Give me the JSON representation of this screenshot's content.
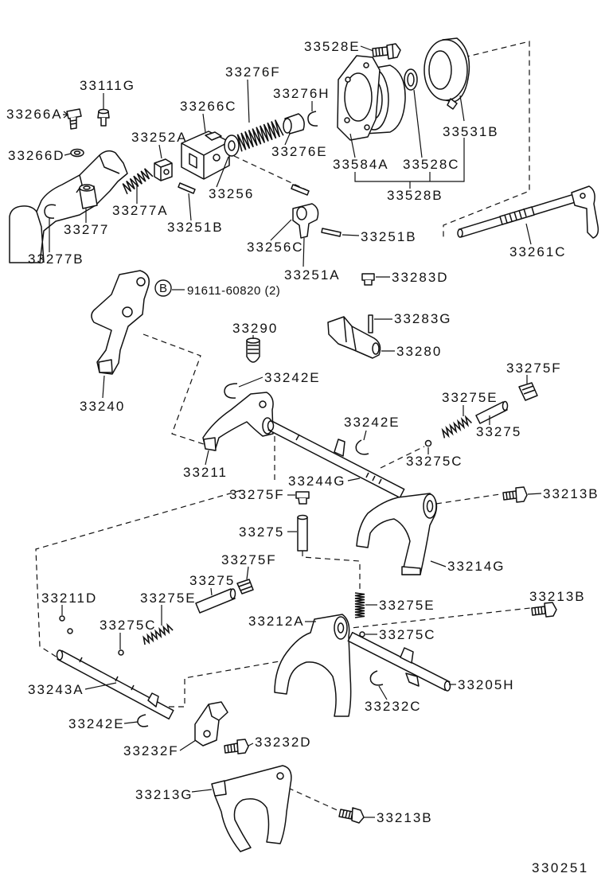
{
  "labels": [
    "33528E",
    "33111G",
    "33276F",
    "33276H",
    "33266A",
    "33266C",
    "33252A",
    "33531B",
    "33266D",
    "33276E",
    "33584A",
    "33528C",
    "33277A",
    "33256",
    "33528B",
    "33277",
    "33251B",
    "33256C",
    "33251B",
    "33261C",
    "33277B",
    "33251A",
    "33283D",
    "33283G",
    "33290",
    "33280",
    "33275F",
    "33242E",
    "33240",
    "33275E",
    "33242E",
    "33275",
    "33211",
    "33275C",
    "33244G",
    "33275F",
    "33213B",
    "33275",
    "33214G",
    "33275F",
    "33275",
    "33213B",
    "33211D",
    "33275E",
    "33275E",
    "33212A",
    "33275C",
    "33275C",
    "33243A",
    "33205H",
    "33232C",
    "33242E",
    "33232D",
    "33232F",
    "33213G",
    "33213B"
  ],
  "reference": {
    "badge": "B",
    "text": "91611-60820 (2)"
  },
  "drawing_number": "330251"
}
